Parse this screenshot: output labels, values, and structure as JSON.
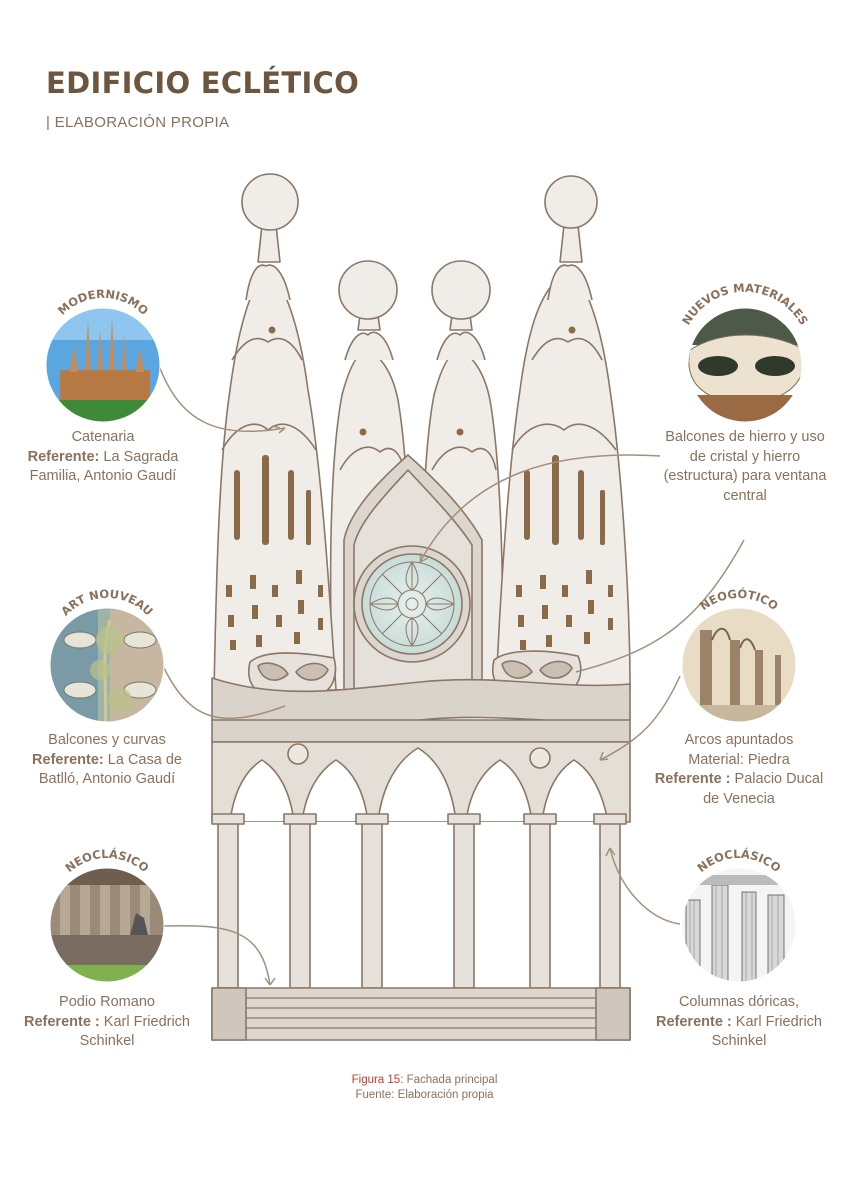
{
  "header": {
    "title": "EDIFICIO ECLÉTICO",
    "subtitle": "| ELABORACIÓN PROPIA"
  },
  "colors": {
    "text_brown": "#8a715c",
    "title_brown": "#6d563f",
    "facade_fill": "#ede9e3",
    "facade_stroke": "#8b7765",
    "figure_red": "#c0392b"
  },
  "annotations": {
    "modernismo": {
      "style": "MODERNISMO",
      "line1": "Catenaria",
      "ref_label": "Referente:",
      "ref_value": "La Sagrada Familia, Antonio Gaudí"
    },
    "art_nouveau": {
      "style": "ART NOUVEAU",
      "line1": "Balcones y curvas",
      "ref_label": "Referente:",
      "ref_value": "La Casa de Batlló, Antonio Gaudí"
    },
    "neoclasico_left": {
      "style": "NEOCLÁSICO",
      "line1": "Podio Romano",
      "ref_label": "Referente :",
      "ref_value": "Karl Friedrich Schinkel"
    },
    "nuevos_materiales": {
      "style": "NUEVOS MATERIALES",
      "line1": "Balcones de hierro y uso de cristal y hierro (estructura) para ventana central"
    },
    "neogotico": {
      "style": "NEOGÓTICO",
      "line1": "Arcos apuntados",
      "line2": "Material: Piedra",
      "ref_label": "Referente :",
      "ref_value": "Palacio Ducal de Venecia"
    },
    "neoclasico_right": {
      "style": "NEOCLÁSICO",
      "line1": "Columnas dóricas,",
      "ref_label": "Referente :",
      "ref_value": "Karl Friedrich Schinkel"
    }
  },
  "figure": {
    "label": "Figura 15",
    "title": ": Fachada principal",
    "source": "Fuente: Elaboración propia"
  }
}
